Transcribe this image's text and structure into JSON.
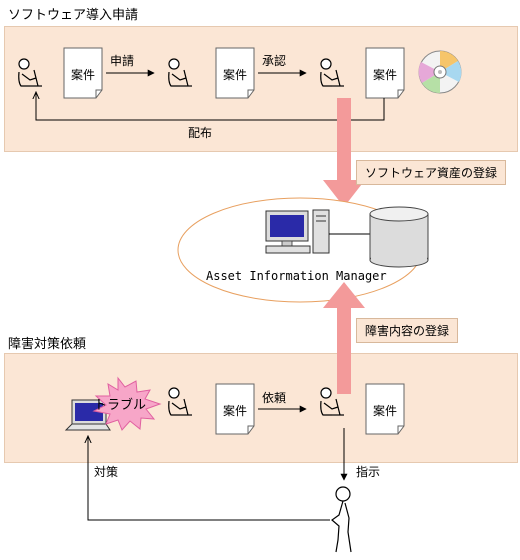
{
  "top_section": {
    "title": "ソフトウェア導入申請",
    "doc_label": "案件",
    "apply_label": "申請",
    "approve_label": "承認",
    "distribute_label": "配布"
  },
  "middle": {
    "register_software_label": "ソフトウェア資産の登録",
    "system_name": "Asset Information Manager",
    "register_trouble_label": "障害内容の登録"
  },
  "bottom_section": {
    "title": "障害対策依頼",
    "trouble_label": "トラブル",
    "doc_label": "案件",
    "request_label": "依頼",
    "instruct_label": "指示",
    "countermeasure_label": "対策"
  }
}
